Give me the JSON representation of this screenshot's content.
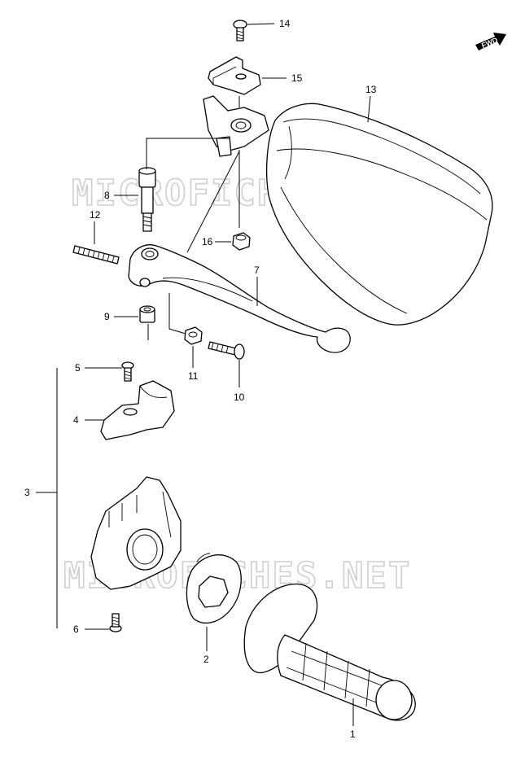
{
  "watermark": "MICROFICHES.NET",
  "fwd_label": "FWD",
  "callouts": {
    "n1": "1",
    "n2": "2",
    "n3": "3",
    "n4": "4",
    "n5": "5",
    "n6": "6",
    "n7": "7",
    "n8": "8",
    "n9": "9",
    "n10": "10",
    "n11": "11",
    "n12": "12",
    "n13": "13",
    "n14": "14",
    "n15": "15",
    "n16": "16"
  },
  "colors": {
    "line": "#000000",
    "watermark": "#cfcfcf",
    "background": "#ffffff"
  }
}
